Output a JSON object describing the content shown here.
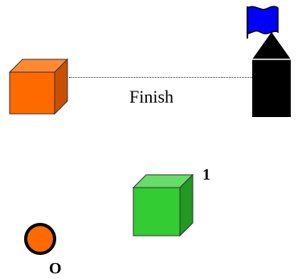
{
  "scene": {
    "finish_label": "Finish",
    "cube_label": "1",
    "ball_label": "O"
  },
  "objects": {
    "start_cube": {
      "color": "#ff6a00",
      "side_color": "#c85000",
      "top_color": "#ff8a33"
    },
    "green_cube": {
      "color": "#33cc33",
      "side_color": "#229922",
      "top_color": "#66dd66"
    },
    "ball": {
      "color": "#ff6a00",
      "outline": "#000000"
    },
    "finish_tower": {
      "body_color": "#000000",
      "flag_color": "#0000ff"
    }
  }
}
